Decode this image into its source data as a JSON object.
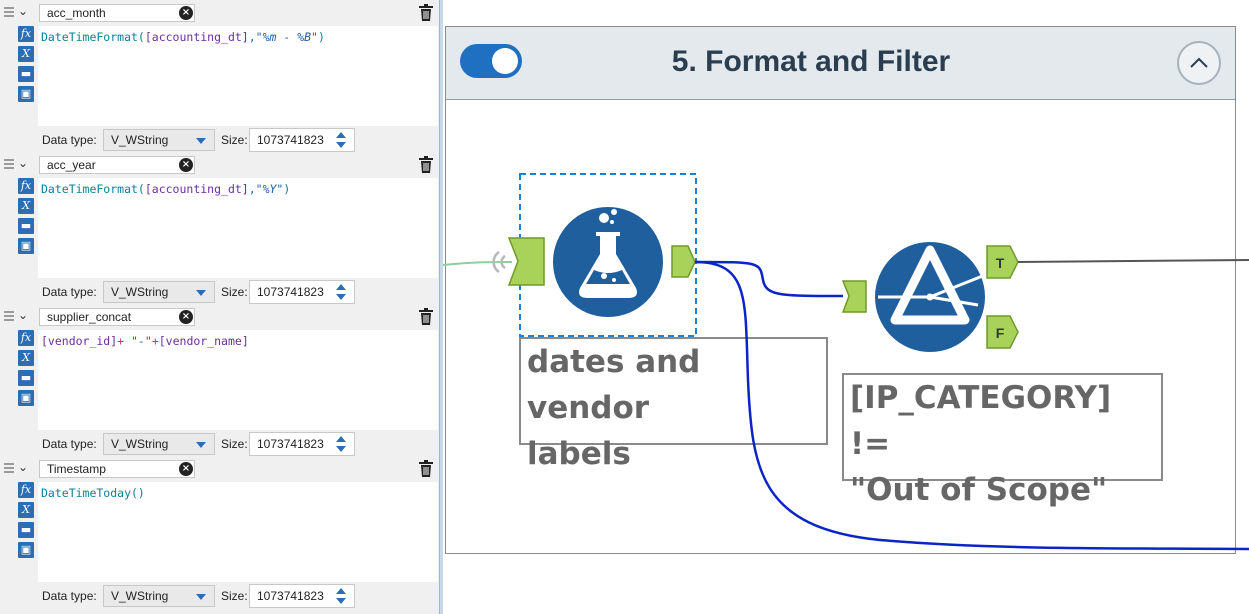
{
  "formula_fields": [
    {
      "name": "acc_month",
      "expression": [
        {
          "t": "DateTimeFormat(",
          "c": "fn"
        },
        {
          "t": "[accounting_dt]",
          "c": "fld"
        },
        {
          "t": ",",
          "c": "fn"
        },
        {
          "t": "\"%m - %B\"",
          "c": "str"
        },
        {
          "t": ")",
          "c": "fn"
        }
      ],
      "data_type_label": "Data type:",
      "data_type": "V_WString",
      "size_label": "Size:",
      "size": "1073741823"
    },
    {
      "name": "acc_year",
      "expression": [
        {
          "t": "DateTimeFormat(",
          "c": "fn"
        },
        {
          "t": "[accounting_dt]",
          "c": "fld"
        },
        {
          "t": ",",
          "c": "fn"
        },
        {
          "t": "\"%Y\"",
          "c": "str"
        },
        {
          "t": ")",
          "c": "fn"
        }
      ],
      "data_type_label": "Data type:",
      "data_type": "V_WString",
      "size_label": "Size:",
      "size": "1073741823"
    },
    {
      "name": "supplier_concat",
      "expression": [
        {
          "t": "[vendor_id]",
          "c": "fld"
        },
        {
          "t": "+ ",
          "c": "op"
        },
        {
          "t": "\"-\"",
          "c": "str"
        },
        {
          "t": "+",
          "c": "op"
        },
        {
          "t": "[vendor_name]",
          "c": "fld"
        }
      ],
      "data_type_label": "Data type:",
      "data_type": "V_WString",
      "size_label": "Size:",
      "size": "1073741823"
    },
    {
      "name": "Timestamp",
      "expression": [
        {
          "t": "DateTimeToday()",
          "c": "fn"
        }
      ],
      "data_type_label": "Data type:",
      "data_type": "V_WString",
      "size_label": "Size:",
      "size": "1073741823"
    }
  ],
  "tool_buttons": [
    "fx",
    "X",
    "open",
    "save"
  ],
  "container": {
    "title": "5. Format and Filter",
    "enabled": true
  },
  "formula_tool": {
    "annotation": [
      "dates and vendor",
      "labels"
    ]
  },
  "filter_tool": {
    "annotation": [
      "[IP_CATEGORY] !=",
      "\"Out of Scope\""
    ],
    "true_anchor": "T",
    "false_anchor": "F"
  },
  "colors": {
    "accent": "#1f70c1",
    "tool_circle": "#1f5f9e",
    "anchor": "#a9d25a",
    "wire_selected": "#0a24c6",
    "wire": "#555555"
  }
}
